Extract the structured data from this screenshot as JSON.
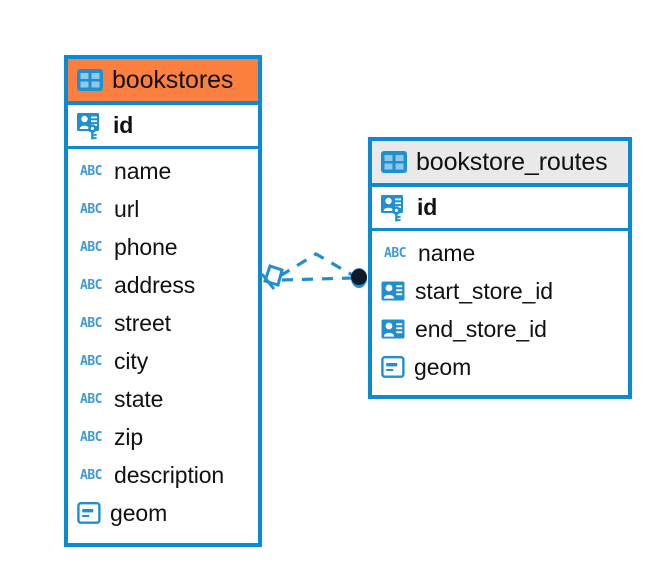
{
  "diagram": {
    "type": "entity-relationship-diagram",
    "background_color": "#ffffff",
    "accent_color": "#0a8ad0",
    "highlight_color": "#fb8040",
    "neutral_header_color": "#e9e9e9",
    "icon_blue": "#1f8fd0",
    "abc_blue": "#3f9ad8"
  },
  "entities": [
    {
      "name": "bookstores",
      "header_icon": "table-icon",
      "header_style": "accent-orange",
      "primary_key": {
        "label": "id",
        "icon": "primary-key-icon"
      },
      "fields": [
        {
          "label": "name",
          "icon": "text-type-icon",
          "type": "ABC"
        },
        {
          "label": "url",
          "icon": "text-type-icon",
          "type": "ABC"
        },
        {
          "label": "phone",
          "icon": "text-type-icon",
          "type": "ABC"
        },
        {
          "label": "address",
          "icon": "text-type-icon",
          "type": "ABC"
        },
        {
          "label": "street",
          "icon": "text-type-icon",
          "type": "ABC"
        },
        {
          "label": "city",
          "icon": "text-type-icon",
          "type": "ABC"
        },
        {
          "label": "state",
          "icon": "text-type-icon",
          "type": "ABC"
        },
        {
          "label": "zip",
          "icon": "text-type-icon",
          "type": "ABC"
        },
        {
          "label": "description",
          "icon": "text-type-icon",
          "type": "ABC"
        },
        {
          "label": "geom",
          "icon": "geometry-type-icon",
          "type": "geometry"
        }
      ]
    },
    {
      "name": "bookstore_routes",
      "header_icon": "table-icon",
      "header_style": "accent-grey",
      "primary_key": {
        "label": "id",
        "icon": "primary-key-icon"
      },
      "fields": [
        {
          "label": "name",
          "icon": "text-type-icon",
          "type": "ABC"
        },
        {
          "label": "start_store_id",
          "icon": "foreign-key-icon",
          "type": "reference"
        },
        {
          "label": "end_store_id",
          "icon": "foreign-key-icon",
          "type": "reference"
        },
        {
          "label": "geom",
          "icon": "geometry-type-icon",
          "type": "geometry"
        }
      ]
    }
  ],
  "relationship": {
    "left_endpoint": "diamond-crowfoot-marker",
    "right_endpoint": "filled-circle-marker",
    "line_style": "dashed",
    "color": "#0a8ad0"
  }
}
